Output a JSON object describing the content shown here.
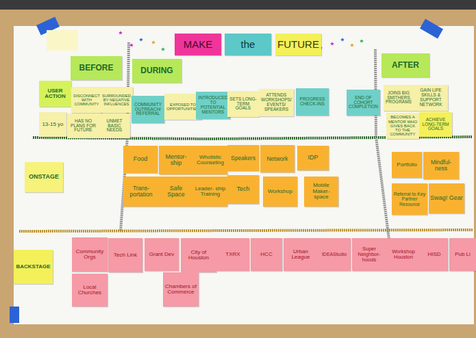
{
  "diagram": {
    "nodes": [
      {
        "text": [
          "MAKE"
        ]
      },
      {
        "text": [
          "the"
        ]
      },
      {
        "text": [
          "FUTURE"
        ]
      },
      {
        "text": [
          "BEFORE"
        ]
      },
      {
        "text": [
          "DURING"
        ]
      },
      {
        "text": [
          "AFTER"
        ]
      },
      {
        "text": [
          "USER ACTION"
        ]
      },
      {
        "text": [
          "DISCONNECT WITH COMMUNITY"
        ]
      },
      {
        "text": [
          "SURROUNDED BY NEGATIVE INFLUENCES"
        ]
      },
      {
        "text": [
          "COMMUNITY OUTREACH/ REFERRAL"
        ]
      },
      {
        "text": [
          "EXPOSED TO OPPORTUNITIES"
        ]
      },
      {
        "text": [
          "INTRODUCED TO POTENTIAL MENTORS"
        ]
      },
      {
        "text": [
          "SETS LONG-TERM GOALS"
        ]
      },
      {
        "text": [
          "ATTENDS WORKSHOPS/ EVENTS/ SPEAKERS"
        ]
      },
      {
        "text": [
          "PROGRESS CHECK-INS"
        ]
      },
      {
        "text": [
          "END OF COHORT COMPLETION"
        ]
      },
      {
        "text": [
          "JOINS BIG SMITHERS PROGRAMS"
        ]
      },
      {
        "text": [
          "GAIN LIFE SKILLS & SUPPORT NETWORK"
        ]
      },
      {
        "text": [
          "13-15 yo"
        ]
      },
      {
        "text": [
          "HAS NO PLANS FOR FUTURE"
        ]
      },
      {
        "text": [
          "UNMET BASIC NEEDS"
        ]
      },
      {
        "text": [
          "BECOMES A MENTOR WHO GIVES BACK TO THE COMMUNITY"
        ]
      },
      {
        "text": [
          "ACHIEVE LONG-TERM GOALS"
        ]
      },
      {
        "text": [
          "ONSTAGE"
        ]
      },
      {
        "text": [
          "Food"
        ]
      },
      {
        "text": [
          "Mentor- ship"
        ]
      },
      {
        "text": [
          "Wholistic Counseling"
        ]
      },
      {
        "text": [
          "Speakers"
        ]
      },
      {
        "text": [
          "Network"
        ]
      },
      {
        "text": [
          "IDP"
        ]
      },
      {
        "text": [
          "Portfolio"
        ]
      },
      {
        "text": [
          "Mindful- ness"
        ]
      },
      {
        "text": [
          "Trans- portation"
        ]
      },
      {
        "text": [
          "Safe Space"
        ]
      },
      {
        "text": [
          "Leader- ship Training"
        ]
      },
      {
        "text": [
          "Tech"
        ]
      },
      {
        "text": [
          "Workshop"
        ]
      },
      {
        "text": [
          "Mobile Maker- space"
        ]
      },
      {
        "text": [
          "Referral to Key Partner Resource"
        ]
      },
      {
        "text": [
          "Swag! Gear"
        ]
      },
      {
        "text": [
          "BACKSTAGE"
        ]
      },
      {
        "text": [
          "Community Orgs"
        ]
      },
      {
        "text": [
          "Tech Link"
        ]
      },
      {
        "text": [
          "Grant Dev"
        ]
      },
      {
        "text": [
          "City of Houston"
        ]
      },
      {
        "text": [
          "TXRX"
        ]
      },
      {
        "text": [
          "HCC"
        ]
      },
      {
        "text": [
          "Urban League"
        ]
      },
      {
        "text": [
          "IDEAStudio"
        ]
      },
      {
        "text": [
          "Super Neighbor- hoods"
        ]
      },
      {
        "text": [
          "Workshop Houston"
        ]
      },
      {
        "text": [
          "HISD"
        ]
      },
      {
        "text": [
          "Pub Li"
        ]
      },
      {
        "text": [
          "Local Churches"
        ]
      },
      {
        "text": [
          "Chambers of Commerce"
        ]
      }
    ]
  }
}
